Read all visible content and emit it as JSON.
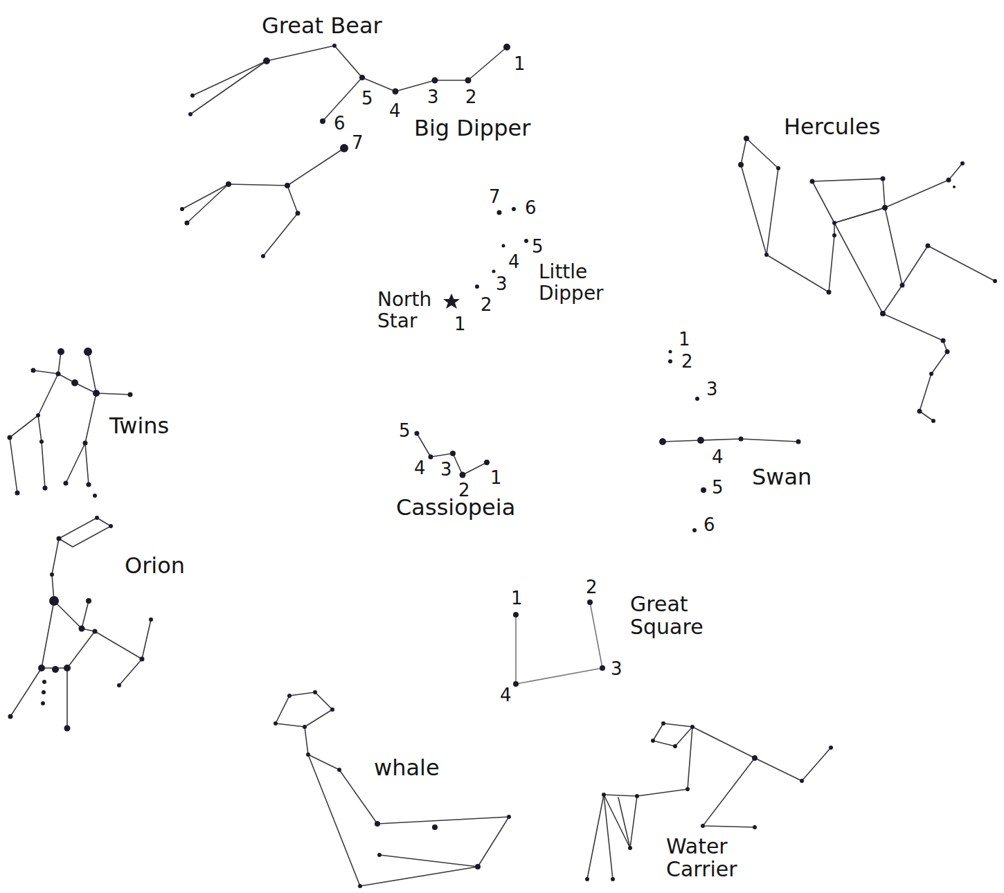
{
  "diagram": {
    "labels": [
      "Great Bear",
      "1",
      "2",
      "3",
      "4",
      "5",
      "6",
      "7",
      "Big Dipper",
      "Hercules",
      "7",
      "6",
      "5",
      "4",
      "3",
      "2",
      "North Star",
      "1",
      "Little Dipper",
      "1",
      "2",
      "3",
      "Swan",
      "4",
      "5",
      "6",
      "Twins",
      "5",
      "4",
      "3",
      "2",
      "1",
      "Cassiopeia",
      "Orion",
      "1",
      "2",
      "Great Square",
      "3",
      "4",
      "whale",
      "Water Carrier"
    ]
  }
}
